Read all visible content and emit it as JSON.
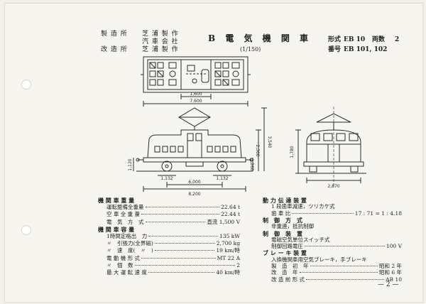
{
  "header": {
    "manufacturer_label": "製 造 所",
    "manufacturer_line1": "芝 浦 製 作",
    "manufacturer_line2": "汽 車 会 社",
    "rebuilder_label": "改 造 所",
    "rebuilder_value": "芝 浦 製 作",
    "title": "B 電 気 機 関 車",
    "scale": "(1/150)",
    "model_label": "形式",
    "model_value": "EB 10",
    "count_label": "両数",
    "count_value": "2",
    "number_label": "番号",
    "number_value": "EB 101, 102"
  },
  "drawing": {
    "dim_top_inner": "1,600",
    "dim_top_outer": "7,600",
    "dim_bottom_wheel_left": "1,132",
    "dim_bottom_wheel_base": "6,000",
    "dim_bottom_wheel_right": "1,132",
    "dim_length": "8,200",
    "dim_height_pan": "3,540",
    "dim_height_body": "2,300",
    "dim_height_frame": "1,260",
    "dim_buffer": "1,120",
    "dim_front_height": "1,780",
    "dim_front_width": "2,870"
  },
  "specs_left": [
    {
      "kind": "heading",
      "label": "機 関 車 重 量"
    },
    {
      "kind": "row",
      "label": "運転整備全重量",
      "value": "22.64 t"
    },
    {
      "kind": "row",
      "label": "空 車 全 重 量",
      "value": "22.44 t"
    },
    {
      "kind": "row",
      "label": "電　気　方　式",
      "value": "直流 1,500 V"
    },
    {
      "kind": "heading",
      "label": "機 関 車 容 量"
    },
    {
      "kind": "row",
      "label": "1時間定格出　力",
      "value": "135 kW"
    },
    {
      "kind": "row",
      "label": "〃　引張力(全界磁)",
      "value": "2,700 kg"
    },
    {
      "kind": "row",
      "label": "〃　速　度(　〃　)",
      "value": "19 km/時"
    },
    {
      "kind": "row",
      "label": "電 動 機 形 式",
      "value": "MT 22 A"
    },
    {
      "kind": "row",
      "label": "〃　個　数",
      "value": "2"
    },
    {
      "kind": "row",
      "label": "最 大 運 転 速 度",
      "value": "40 km/時"
    }
  ],
  "specs_right": [
    {
      "kind": "heading",
      "label": "動 力 伝 達 装 置"
    },
    {
      "kind": "sub",
      "label": "1 段歯車減速，ツリカケ式"
    },
    {
      "kind": "row",
      "label": "歯 車 比",
      "value": "17 : 71 = 1 : 4.18"
    },
    {
      "kind": "heading",
      "label": "制　御　方　式"
    },
    {
      "kind": "sub",
      "label": "非重連，抵抗制御"
    },
    {
      "kind": "heading",
      "label": "制　御　装　置"
    },
    {
      "kind": "sub",
      "label": "電磁空気単位スイッチ式"
    },
    {
      "kind": "row",
      "label": "制御回路電圧",
      "value": "100 V"
    },
    {
      "kind": "heading",
      "label": "ブ レ ー キ 装 置"
    },
    {
      "kind": "sub",
      "label": "入換機関車用空気ブレーキ，手ブレーキ"
    },
    {
      "kind": "row",
      "label": "製　造　初　年",
      "value": "昭和 2 年"
    },
    {
      "kind": "row",
      "label": "改　造　年",
      "value": "昭和 6 年"
    },
    {
      "kind": "row",
      "label": "改 造 前 形 式",
      "value": "AB 10"
    }
  ],
  "footer": {
    "page_number": "— 2 —"
  }
}
